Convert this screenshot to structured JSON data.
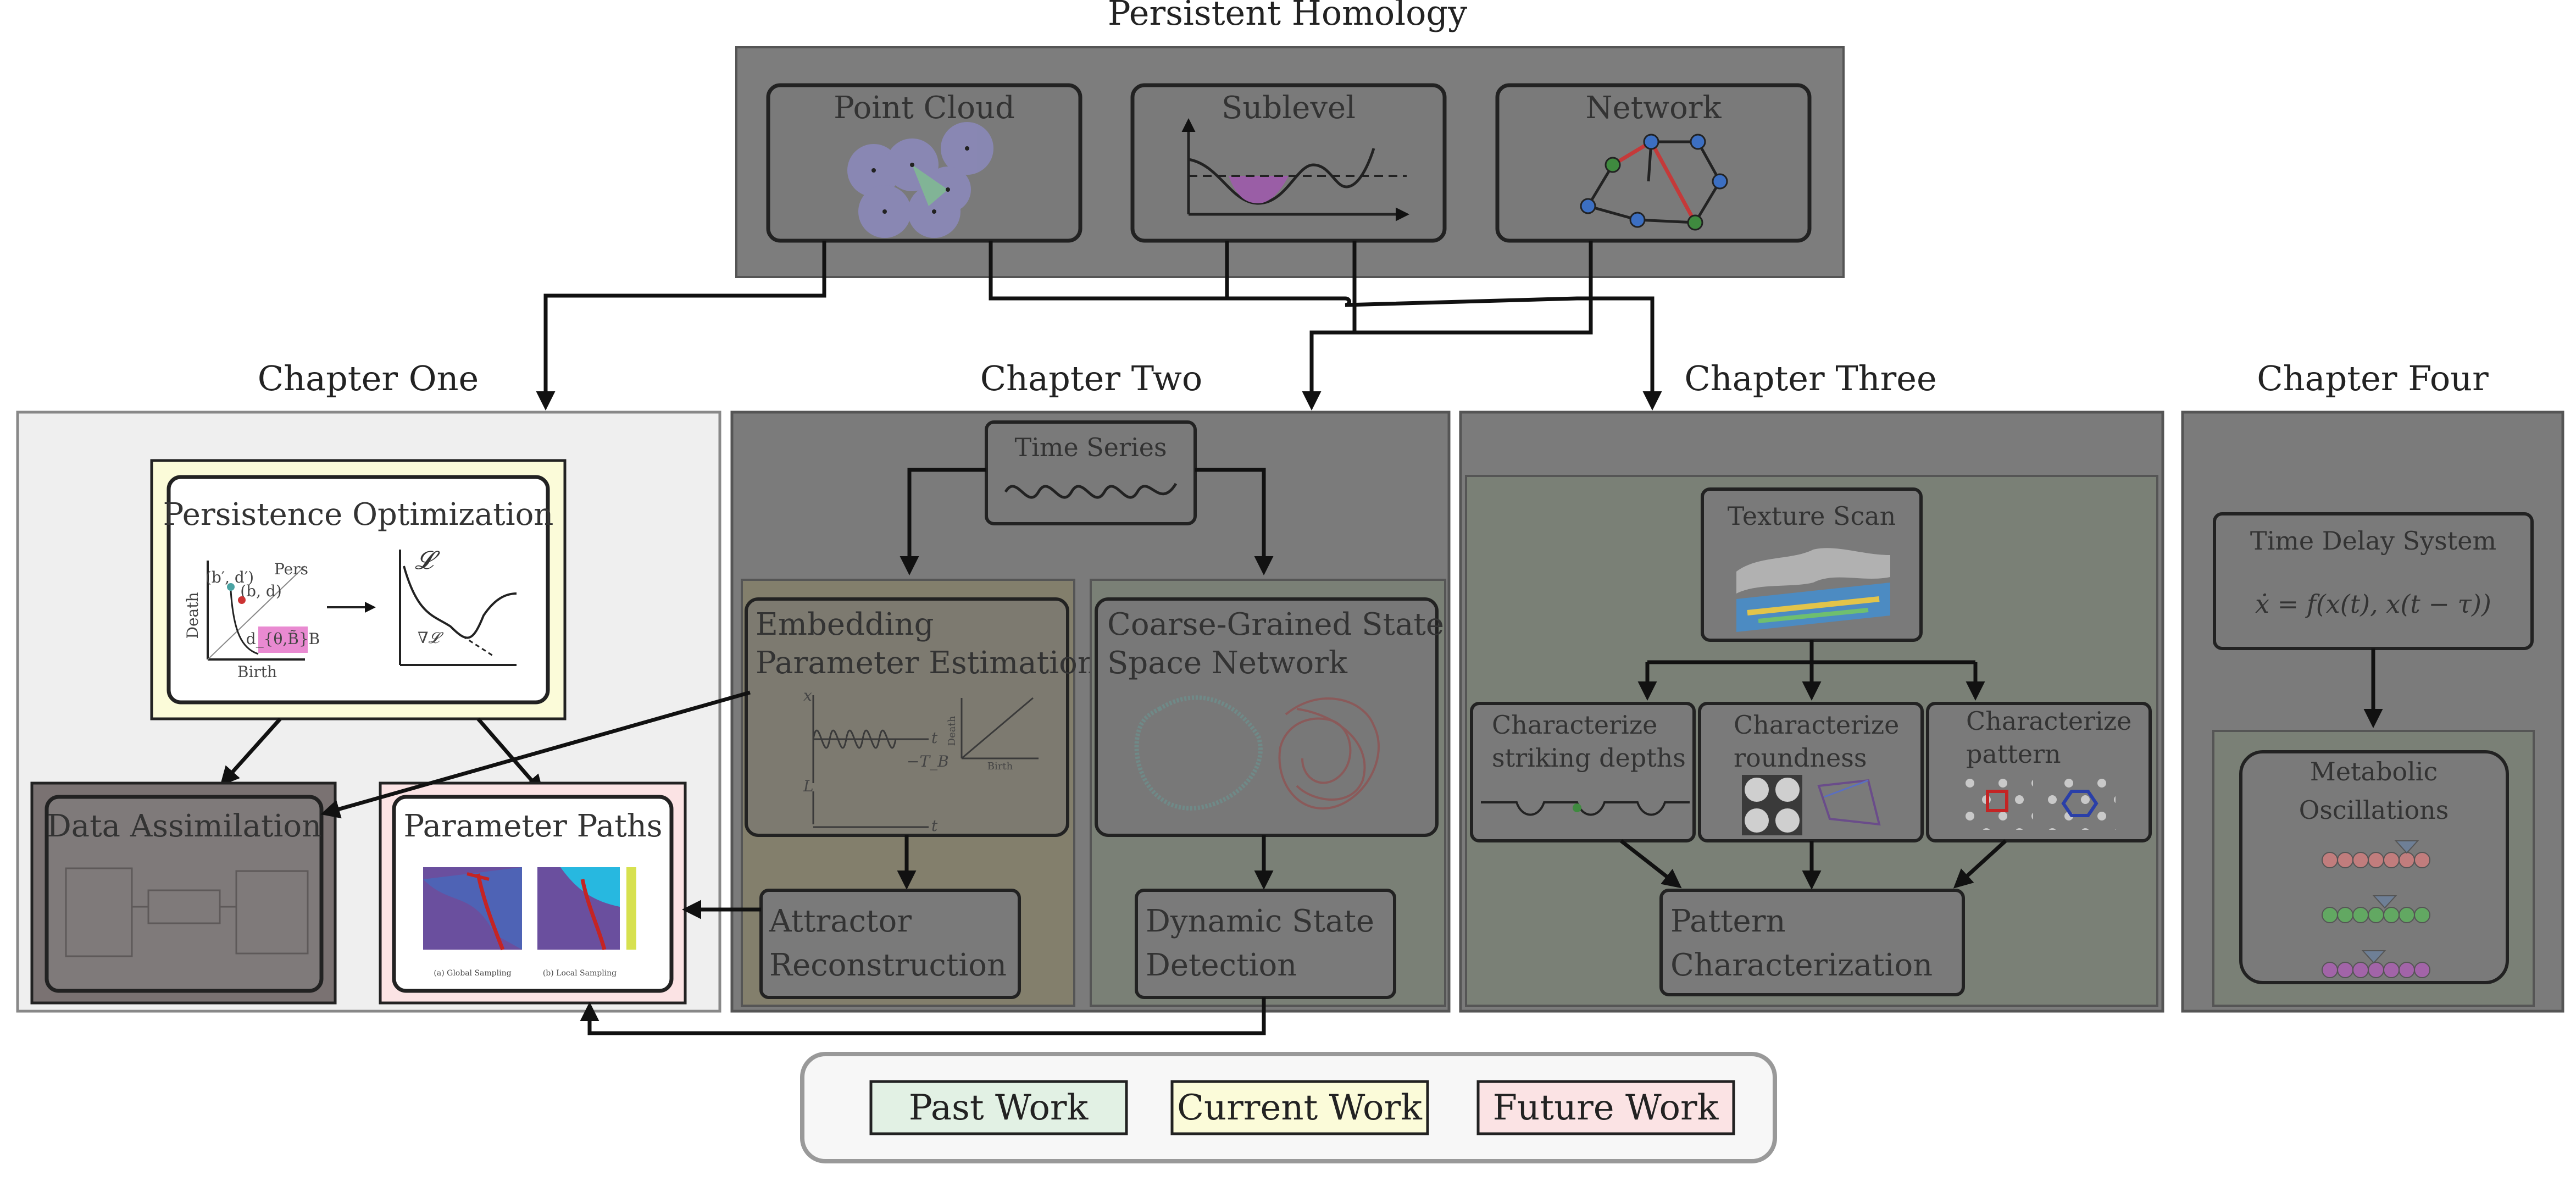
{
  "diagram": {
    "persistent_homology": {
      "title": "Persistent Homology",
      "nodes": [
        "Point Cloud",
        "Sublevel",
        "Network"
      ]
    },
    "chapters": {
      "one": {
        "title": "Chapter One",
        "persistence_optimization": "Persistence Optimization",
        "plot_labels": {
          "death": "Death",
          "birth": "Birth",
          "pers": "Pers",
          "point1": "(b′, d′)",
          "point2": "(b, d)",
          "loss": "𝓛",
          "grad": "∇𝓛",
          "d_label": "d_{θ,B̃}B"
        },
        "data_assimilation": "Data Assimilation",
        "parameter_paths": "Parameter Paths",
        "subfig_a": "(a) Global Sampling",
        "subfig_b": "(b) Local Sampling"
      },
      "two": {
        "title": "Chapter Two",
        "time_series": "Time Series",
        "embedding": [
          "Embedding",
          "Parameter Estimation"
        ],
        "coarse_grained": [
          "Coarse-Grained State",
          "Space Network"
        ],
        "attractor": [
          "Attractor",
          "Reconstruction"
        ],
        "dynamic_state": [
          "Dynamic State",
          "Detection"
        ],
        "plot_labels": {
          "x": "x",
          "t": "t",
          "L": "L",
          "death": "Death",
          "birth": "Birth",
          "T_B": "−T_B"
        }
      },
      "three": {
        "title": "Chapter Three",
        "texture_scan": "Texture Scan",
        "striking": [
          "Characterize",
          "striking depths"
        ],
        "roundness": [
          "Characterize",
          "roundness"
        ],
        "pattern": [
          "Characterize",
          "pattern"
        ],
        "pattern_char": [
          "Pattern",
          "Characterization"
        ]
      },
      "four": {
        "title": "Chapter Four",
        "time_delay": "Time Delay System",
        "equation": "ẋ = f(x(t), x(t − τ))",
        "metabolic": [
          "Metabolic",
          "Oscillations"
        ]
      }
    },
    "legend": [
      {
        "label": "Past Work",
        "color": "#e2f1e4"
      },
      {
        "label": "Current Work",
        "color": "#fbfbd9"
      },
      {
        "label": "Future Work",
        "color": "#fbe3e4"
      }
    ],
    "colors": {
      "panel_grey": "#7a7a7a",
      "panel_light": "#efefef",
      "past": "#e2f1e4",
      "current": "#fbfbd9",
      "future": "#fbe3e4"
    }
  }
}
